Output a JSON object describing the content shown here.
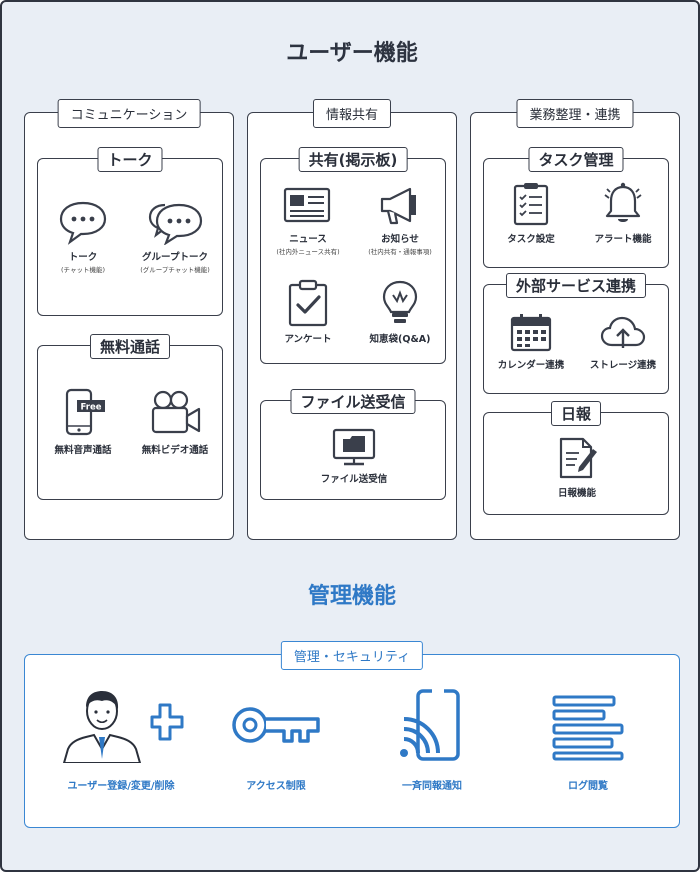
{
  "titles": {
    "user_functions": "ユーザー機能",
    "admin_functions": "管理機能"
  },
  "columns": {
    "communication": {
      "label": "コミュニケーション",
      "talk": {
        "label": "トーク",
        "items": [
          {
            "label": "トーク",
            "sub": "(チャット機能)",
            "icon": "chat-bubble-icon"
          },
          {
            "label": "グループトーク",
            "sub": "(グループチャット機能)",
            "icon": "group-chat-icon"
          }
        ]
      },
      "free_call": {
        "label": "無料通話",
        "items": [
          {
            "label": "無料音声通話",
            "icon": "smartphone-icon",
            "badge": "Free"
          },
          {
            "label": "無料ビデオ通話",
            "icon": "video-camera-icon"
          }
        ]
      }
    },
    "info_share": {
      "label": "情報共有",
      "board": {
        "label": "共有(掲示板)",
        "items": [
          {
            "label": "ニュース",
            "sub": "(社内外ニュース共有)",
            "icon": "newspaper-icon"
          },
          {
            "label": "お知らせ",
            "sub": "(社内共有・通報事項)",
            "icon": "megaphone-icon"
          },
          {
            "label": "アンケート",
            "icon": "clipboard-check-icon"
          },
          {
            "label": "知恵袋(Q&A)",
            "icon": "lightbulb-icon"
          }
        ]
      },
      "file": {
        "label": "ファイル送受信",
        "items": [
          {
            "label": "ファイル送受信",
            "icon": "monitor-folder-icon"
          }
        ]
      }
    },
    "business": {
      "label": "業務整理・連携",
      "task": {
        "label": "タスク管理",
        "items": [
          {
            "label": "タスク設定",
            "icon": "checklist-icon"
          },
          {
            "label": "アラート機能",
            "icon": "bell-icon"
          }
        ]
      },
      "external": {
        "label": "外部サービス連携",
        "items": [
          {
            "label": "カレンダー連携",
            "icon": "calendar-icon"
          },
          {
            "label": "ストレージ連携",
            "icon": "cloud-upload-icon"
          }
        ]
      },
      "daily": {
        "label": "日報",
        "items": [
          {
            "label": "日報機能",
            "icon": "document-pen-icon"
          }
        ]
      }
    }
  },
  "admin": {
    "label": "管理・セキュリティ",
    "items": [
      {
        "label": "ユーザー登録/変更/削除",
        "icon": "user-add-icon"
      },
      {
        "label": "アクセス制限",
        "icon": "key-icon"
      },
      {
        "label": "一斉同報通知",
        "icon": "broadcast-icon"
      },
      {
        "label": "ログ閲覧",
        "icon": "log-list-icon"
      }
    ]
  },
  "colors": {
    "frame": "#2f3440",
    "background": "#e9eef5",
    "accent": "#2f79c6",
    "admin_border": "#3a87d3"
  }
}
